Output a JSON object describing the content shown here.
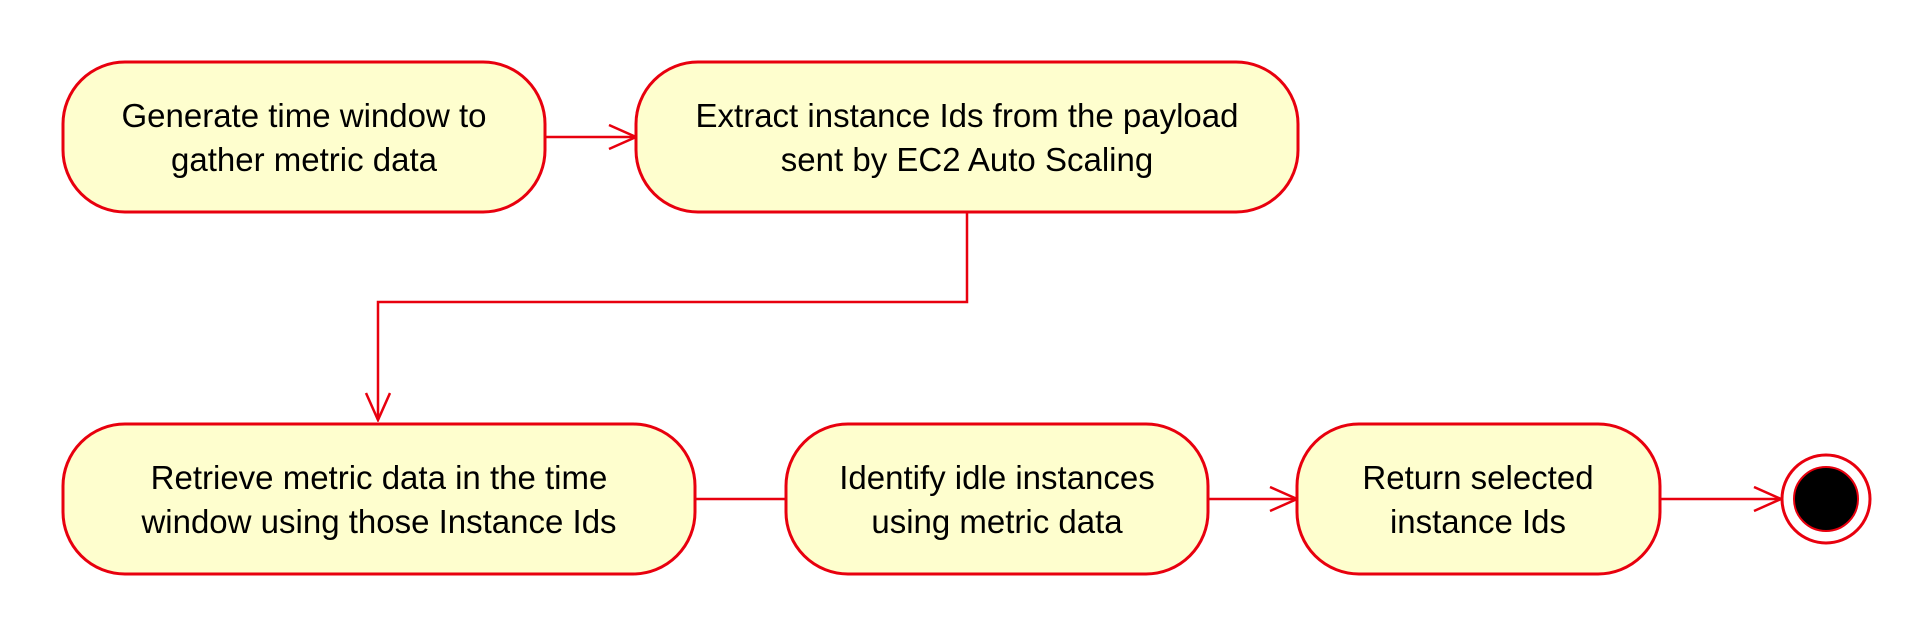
{
  "colors": {
    "node_fill": "#FEFECE",
    "stroke": "#E8000E",
    "final_fill": "#000000",
    "text": "#000000"
  },
  "nodes": [
    {
      "id": "generate-time-window",
      "lines": [
        "Generate time window to",
        "gather metric data"
      ]
    },
    {
      "id": "extract-instance-ids",
      "lines": [
        "Extract instance Ids from the payload",
        "sent by EC2 Auto Scaling"
      ]
    },
    {
      "id": "retrieve-metric-data",
      "lines": [
        "Retrieve metric data in the time",
        "window using those Instance Ids"
      ]
    },
    {
      "id": "identify-idle-instances",
      "lines": [
        "Identify idle instances",
        "using metric data"
      ]
    },
    {
      "id": "return-selected-ids",
      "lines": [
        "Return selected",
        "instance Ids"
      ]
    }
  ],
  "edges": [
    {
      "from": "generate-time-window",
      "to": "extract-instance-ids",
      "arrow": true
    },
    {
      "from": "extract-instance-ids",
      "to": "retrieve-metric-data",
      "arrow": true
    },
    {
      "from": "retrieve-metric-data",
      "to": "identify-idle-instances",
      "arrow": false
    },
    {
      "from": "identify-idle-instances",
      "to": "return-selected-ids",
      "arrow": true
    },
    {
      "from": "return-selected-ids",
      "to": "final-node",
      "arrow": true
    }
  ],
  "final_node": {
    "id": "final-node",
    "kind": "activity-final"
  }
}
